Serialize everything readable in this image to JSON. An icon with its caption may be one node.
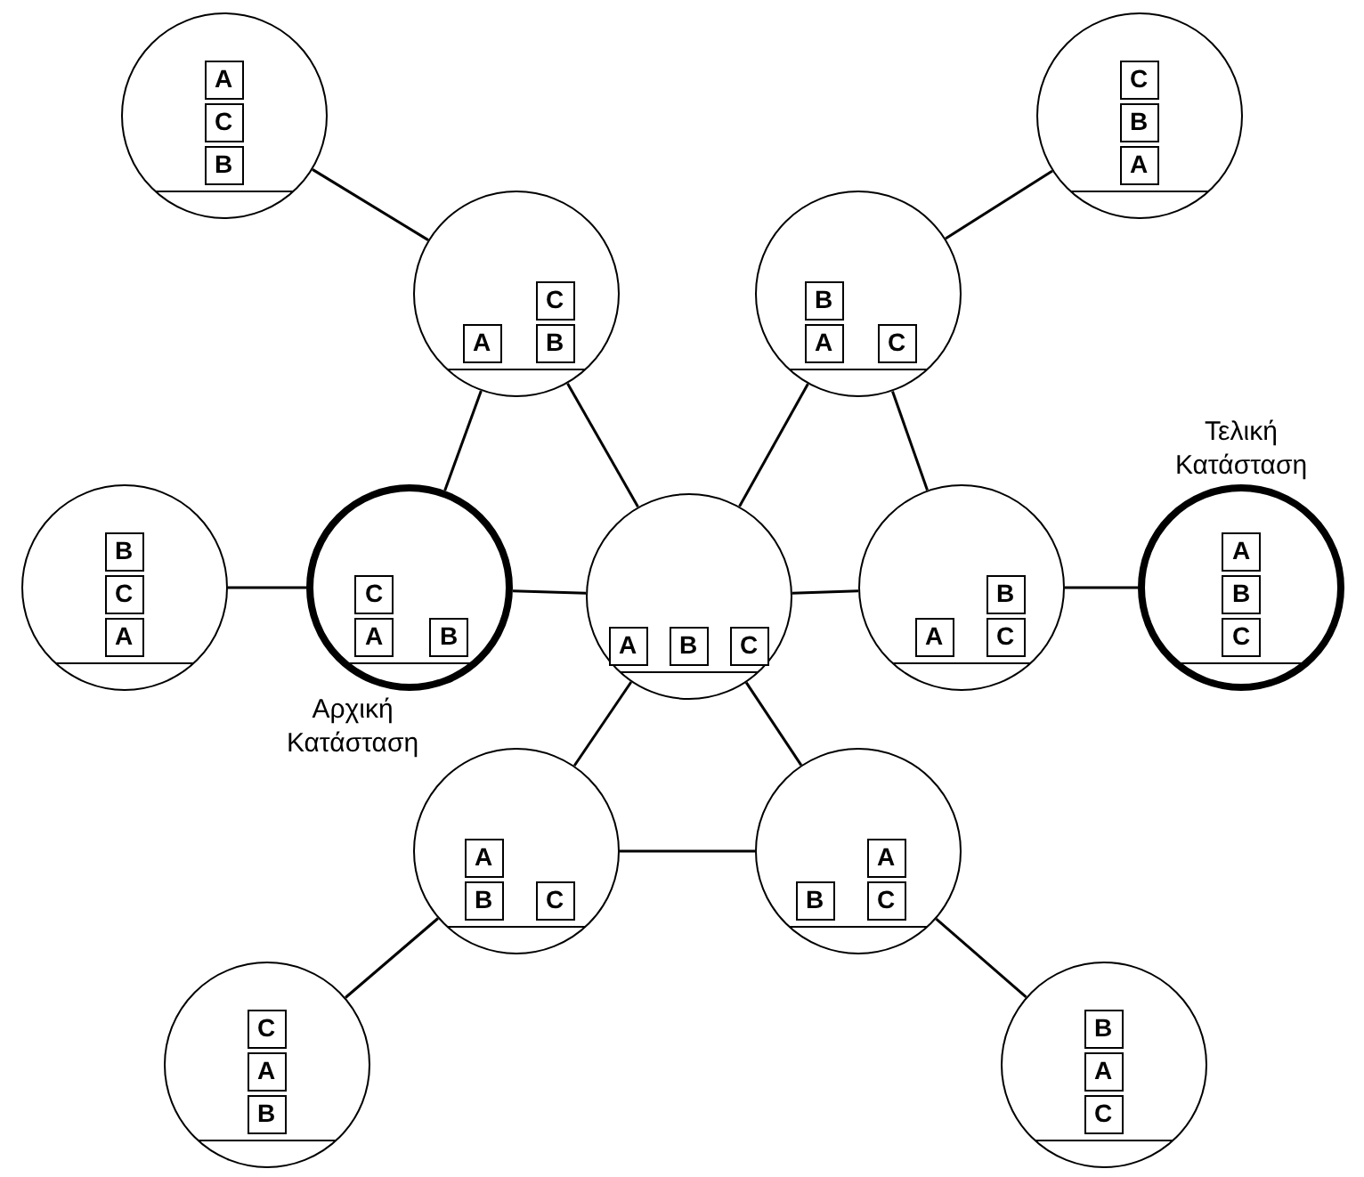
{
  "diagram": {
    "nodes": [
      {
        "text": [],
        "shape": "circle"
      },
      {
        "text": [
          "A"
        ],
        "in": 0
      },
      {
        "text": [
          "C"
        ],
        "in": 0
      },
      {
        "text": [
          "B"
        ],
        "in": 0
      },
      {
        "text": [],
        "shape": "circle"
      },
      {
        "text": [
          "C"
        ],
        "in": 4
      },
      {
        "text": [
          "B"
        ],
        "in": 4
      },
      {
        "text": [
          "A"
        ],
        "in": 4
      },
      {
        "text": [],
        "shape": "circle"
      },
      {
        "text": [
          "C"
        ],
        "in": 8
      },
      {
        "text": [
          "A"
        ],
        "in": 8
      },
      {
        "text": [
          "B"
        ],
        "in": 8
      },
      {
        "text": [],
        "shape": "circle"
      },
      {
        "text": [
          "B"
        ],
        "in": 12
      },
      {
        "text": [
          "A"
        ],
        "in": 12
      },
      {
        "text": [
          "C"
        ],
        "in": 12
      },
      {
        "text": [],
        "shape": "circle"
      },
      {
        "text": [
          "B"
        ],
        "in": 16
      },
      {
        "text": [
          "C"
        ],
        "in": 16
      },
      {
        "text": [
          "A"
        ],
        "in": 16
      },
      {
        "text": [],
        "shape": "circle",
        "beside": [
          "Αρχική Κατάσταση"
        ]
      },
      {
        "text": [
          "C"
        ],
        "in": 20
      },
      {
        "text": [
          "A"
        ],
        "in": 20
      },
      {
        "text": [
          "B"
        ],
        "in": 20
      },
      {
        "text": [],
        "shape": "circle"
      },
      {
        "text": [
          "A"
        ],
        "in": 24
      },
      {
        "text": [
          "B"
        ],
        "in": 24
      },
      {
        "text": [
          "C"
        ],
        "in": 24
      },
      {
        "text": [],
        "shape": "circle"
      },
      {
        "text": [
          "B"
        ],
        "in": 28
      },
      {
        "text": [
          "A"
        ],
        "in": 28
      },
      {
        "text": [
          "C"
        ],
        "in": 28
      },
      {
        "text": [],
        "shape": "circle",
        "beside": [
          "Τελική Κατάσταση"
        ]
      },
      {
        "text": [
          "A"
        ],
        "in": 32
      },
      {
        "text": [
          "B"
        ],
        "in": 32
      },
      {
        "text": [
          "C"
        ],
        "in": 32
      },
      {
        "text": [],
        "shape": "circle"
      },
      {
        "text": [
          "A"
        ],
        "in": 36
      },
      {
        "text": [
          "B"
        ],
        "in": 36
      },
      {
        "text": [
          "C"
        ],
        "in": 36
      },
      {
        "text": [],
        "shape": "circle"
      },
      {
        "text": [
          "A"
        ],
        "in": 40
      },
      {
        "text": [
          "B"
        ],
        "in": 40
      },
      {
        "text": [
          "C"
        ],
        "in": 40
      },
      {
        "text": [],
        "shape": "circle"
      },
      {
        "text": [
          "C"
        ],
        "in": 44
      },
      {
        "text": [
          "A"
        ],
        "in": 44
      },
      {
        "text": [
          "B"
        ],
        "in": 44
      },
      {
        "text": [],
        "shape": "circle"
      },
      {
        "text": [
          "B"
        ],
        "in": 48
      },
      {
        "text": [
          "A"
        ],
        "in": 48
      },
      {
        "text": [
          "C"
        ],
        "in": 48
      }
    ],
    "edges": [
      {
        "from": 0,
        "to": 8,
        "arrow": "none"
      },
      {
        "from": 4,
        "to": 12,
        "arrow": "none"
      },
      {
        "from": 8,
        "to": 20,
        "arrow": "none"
      },
      {
        "from": 8,
        "to": 24,
        "arrow": "none"
      },
      {
        "from": 12,
        "to": 24,
        "arrow": "none"
      },
      {
        "from": 12,
        "to": 28,
        "arrow": "none"
      },
      {
        "from": 16,
        "to": 20,
        "arrow": "none"
      },
      {
        "from": 20,
        "to": 24,
        "arrow": "none"
      },
      {
        "from": 24,
        "to": 28,
        "arrow": "none"
      },
      {
        "from": 28,
        "to": 32,
        "arrow": "none"
      },
      {
        "from": 24,
        "to": 36,
        "arrow": "none"
      },
      {
        "from": 24,
        "to": 40,
        "arrow": "none"
      },
      {
        "from": 36,
        "to": 40,
        "arrow": "none"
      },
      {
        "from": 36,
        "to": 44,
        "arrow": "none"
      },
      {
        "from": 40,
        "to": 48,
        "arrow": "none"
      }
    ]
  }
}
